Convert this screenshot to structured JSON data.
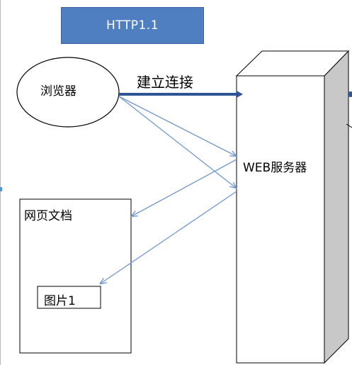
{
  "title": "HTTP1.1",
  "browser": {
    "label": "浏览器"
  },
  "connect": {
    "label": "建立连接"
  },
  "server": {
    "label": "WEB服务器"
  },
  "document": {
    "label": "网页文档"
  },
  "image": {
    "label": "图片1"
  },
  "colors": {
    "title_fill": "#4f7fc0",
    "arrow_thick": "#2f5597",
    "arrow_thin": "#7098d0",
    "server_side": "#c8c8c8"
  }
}
